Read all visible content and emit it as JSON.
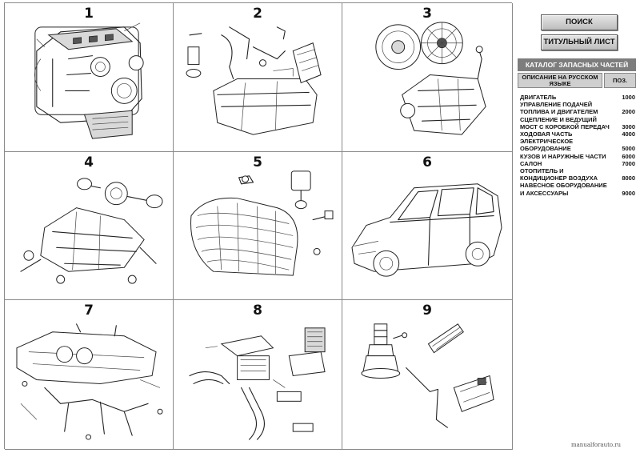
{
  "grid": {
    "cells": [
      {
        "number": "1"
      },
      {
        "number": "2"
      },
      {
        "number": "3"
      },
      {
        "number": "4"
      },
      {
        "number": "5"
      },
      {
        "number": "6"
      },
      {
        "number": "7"
      },
      {
        "number": "8"
      },
      {
        "number": "9"
      }
    ]
  },
  "buttons": {
    "search_label": "ПОИСК",
    "title_sheet_label": "ТИТУЛЬНЫЙ ЛИСТ"
  },
  "catalog": {
    "title": "КАТАЛОГ ЗАПАСНЫХ ЧАСТЕЙ",
    "column_description": "ОПИСАНИЕ НА РУССКОМ ЯЗЫКЕ",
    "column_position": "ПОЗ.",
    "items": [
      {
        "name": "ДВИГАТЕЛЬ",
        "pos": "1000"
      },
      {
        "name": "УПРАВЛЕНИЕ ПОДАЧЕЙ ТОПЛИВА И ДВИГАТЕЛЕМ",
        "pos": "2000"
      },
      {
        "name": "СЦЕПЛЕНИЕ И ВЕДУЩИЙ МОСТ С КОРОБКОЙ ПЕРЕДАЧ",
        "pos": "3000"
      },
      {
        "name": "ХОДОВАЯ ЧАСТЬ",
        "pos": "4000"
      },
      {
        "name": "ЭЛЕКТРИЧЕСКОЕ ОБОРУДОВАНИЕ",
        "pos": "5000"
      },
      {
        "name": "КУЗОВ И НАРУЖНЫЕ ЧАСТИ",
        "pos": "6000"
      },
      {
        "name": "САЛОН",
        "pos": "7000"
      },
      {
        "name": "ОТОПИТЕЛЬ И КОНДИЦИОНЕР ВОЗДУХА",
        "pos": "8000"
      },
      {
        "name": "НАВЕСНОЕ ОБОРУДОВАНИЕ И АКСЕССУАРЫ",
        "pos": "9000"
      }
    ]
  },
  "footer": {
    "watermark": "manualforauto.ru"
  }
}
